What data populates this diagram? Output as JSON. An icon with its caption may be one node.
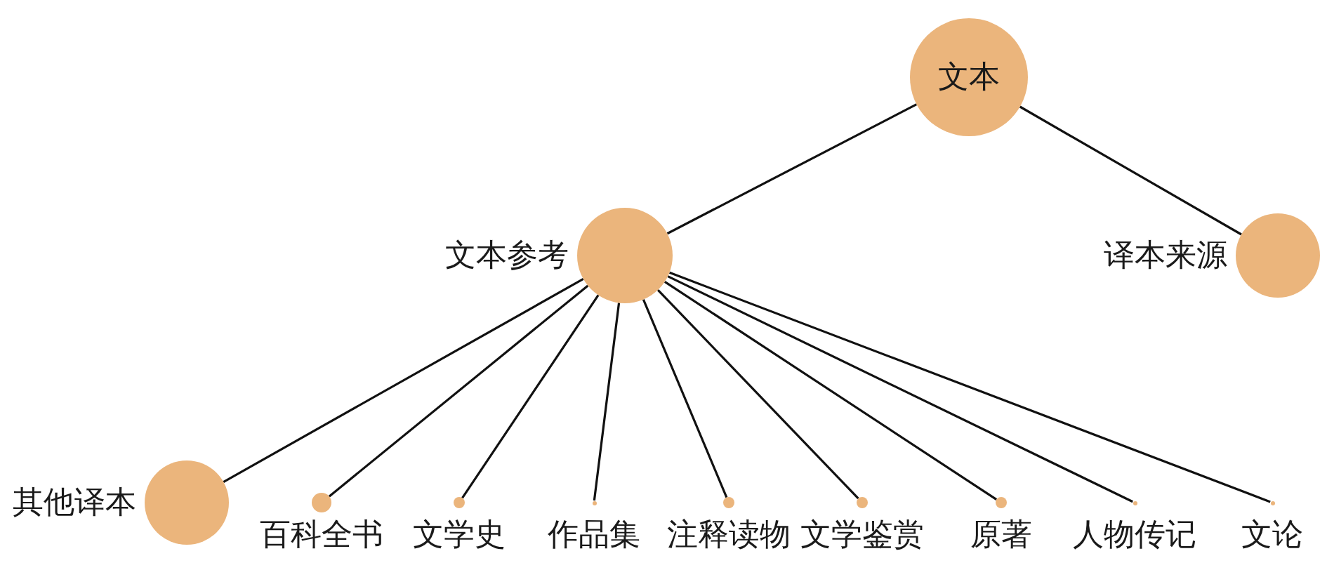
{
  "diagram": {
    "nodes": [
      {
        "text": [
          "文本"
        ]
      },
      {
        "text": [
          "译本来源"
        ]
      },
      {
        "text": [
          "文本参考"
        ]
      },
      {
        "text": [
          "其他译本"
        ]
      },
      {
        "text": [
          "百科全书"
        ]
      },
      {
        "text": [
          "文学史"
        ]
      },
      {
        "text": [
          "作品集"
        ]
      },
      {
        "text": [
          "注释读物"
        ]
      },
      {
        "text": [
          "文学鉴赏"
        ]
      },
      {
        "text": [
          "原著"
        ]
      },
      {
        "text": [
          "人物传记"
        ]
      },
      {
        "text": [
          "文论"
        ]
      }
    ],
    "edges": [
      {
        "from": 0,
        "to": 2,
        "arrow": "none"
      },
      {
        "from": 0,
        "to": 1,
        "arrow": "none"
      },
      {
        "from": 2,
        "to": 3,
        "arrow": "none"
      },
      {
        "from": 2,
        "to": 4,
        "arrow": "none"
      },
      {
        "from": 2,
        "to": 5,
        "arrow": "none"
      },
      {
        "from": 2,
        "to": 6,
        "arrow": "none"
      },
      {
        "from": 2,
        "to": 7,
        "arrow": "none"
      },
      {
        "from": 2,
        "to": 8,
        "arrow": "none"
      },
      {
        "from": 2,
        "to": 9,
        "arrow": "none"
      },
      {
        "from": 2,
        "to": 10,
        "arrow": "none"
      },
      {
        "from": 2,
        "to": 11,
        "arrow": "none"
      }
    ]
  }
}
